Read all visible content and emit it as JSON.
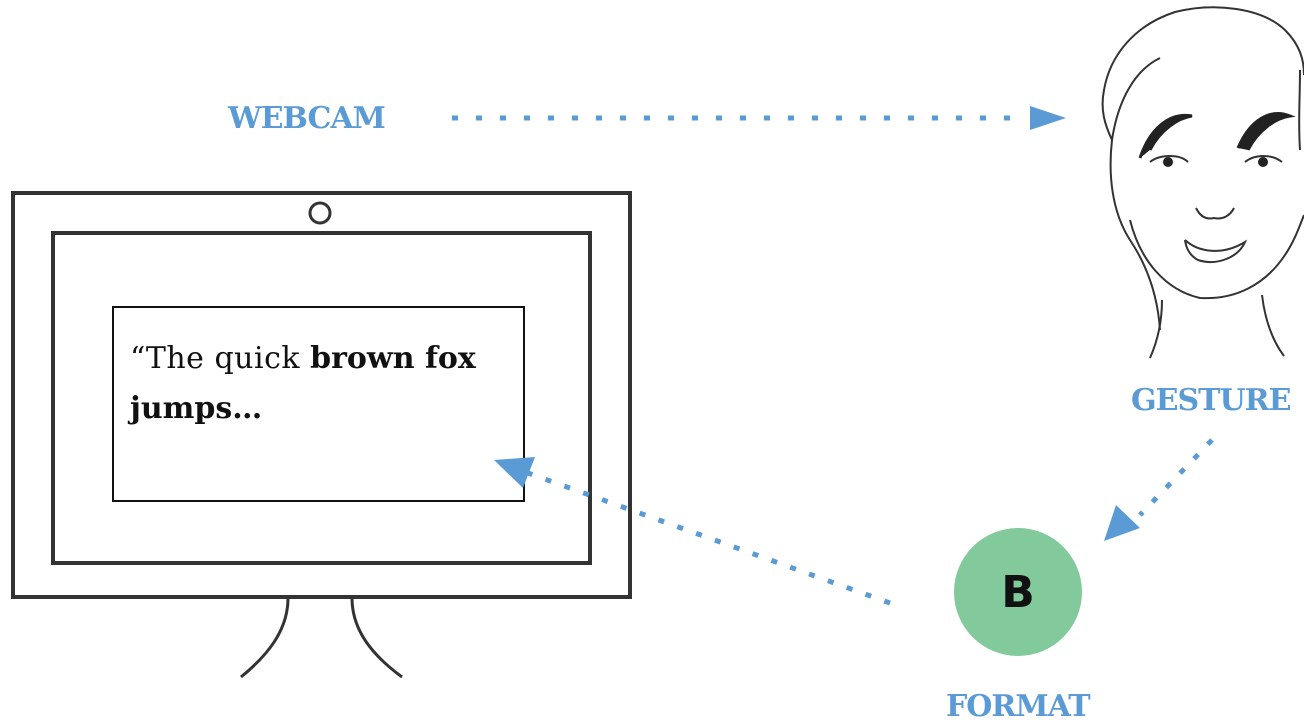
{
  "labels": {
    "webcam": "WEBCAM",
    "gesture": "GESTURE",
    "format": "FORMAT"
  },
  "screen": {
    "text_plain": "“The quick ",
    "text_bold": "brown fox jumps…"
  },
  "format_button": {
    "letter": "B",
    "color": "#82c99b"
  },
  "colors": {
    "accent": "#5b9bd5",
    "outline": "#333333",
    "text": "#111111"
  },
  "icons": [
    "webcam-lens-icon",
    "face-icon",
    "bold-format-icon"
  ]
}
